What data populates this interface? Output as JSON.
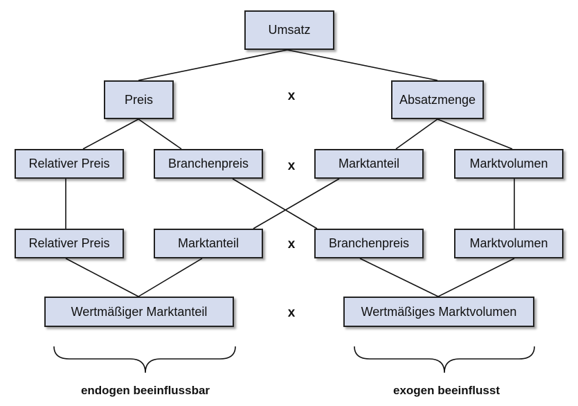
{
  "nodes": {
    "umsatz": "Umsatz",
    "preis": "Preis",
    "absatzmenge": "Absatzmenge",
    "relativer_preis_1": "Relativer Preis",
    "branchenpreis_1": "Branchenpreis",
    "marktanteil_1": "Marktanteil",
    "marktvolumen_1": "Marktvolumen",
    "relativer_preis_2": "Relativer Preis",
    "marktanteil_2": "Marktanteil",
    "branchenpreis_2": "Branchenpreis",
    "marktvolumen_2": "Marktvolumen",
    "wertmaessiger_marktanteil": "Wertmäßiger Marktanteil",
    "wertmaessiges_marktvolumen": "Wertmäßiges Marktvolumen"
  },
  "operators": {
    "row1": "x",
    "row2": "x",
    "row3": "x",
    "row4": "x"
  },
  "captions": {
    "left": "endogen beeinflussbar",
    "right": "exogen beeinflusst"
  },
  "colors": {
    "box_fill": "#d5dcee",
    "box_border": "#222222",
    "line": "#111111"
  }
}
